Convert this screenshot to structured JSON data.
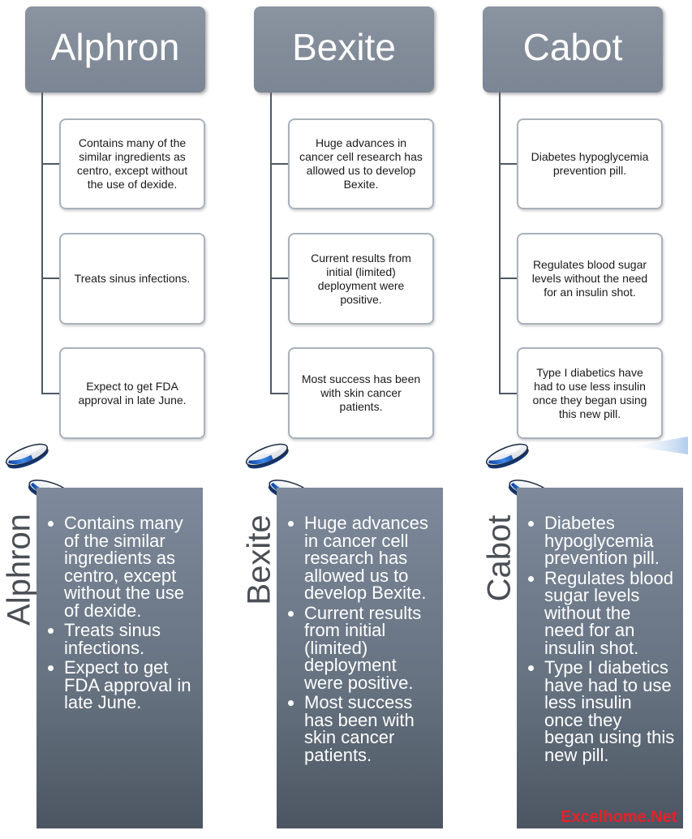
{
  "columns": [
    {
      "title": "Alphron",
      "items": [
        "Contains many of the similar ingredients as centro, except without the use of dexide.",
        "Treats sinus infections.",
        "Expect to get FDA approval in late June."
      ]
    },
    {
      "title": "Bexite",
      "items": [
        "Huge advances in cancer cell research has allowed us to develop Bexite.",
        "Current results from initial (limited) deployment were positive.",
        "Most success has been with skin cancer patients."
      ]
    },
    {
      "title": "Cabot",
      "items": [
        "Diabetes hypoglycemia prevention pill.",
        "Regulates blood sugar levels without the need for an insulin shot.",
        "Type I diabetics have had to use less insulin once they began using this new pill."
      ]
    }
  ],
  "watermark": "Excelhome.Net",
  "colors": {
    "header": "#7b8593",
    "connector": "#4f5965",
    "panel_top": "#7e8a9b",
    "panel_bottom": "#4c5562",
    "pill_blue": "#1f5fbf",
    "watermark": "#e8202a"
  },
  "icons": [
    "pill-icon"
  ]
}
